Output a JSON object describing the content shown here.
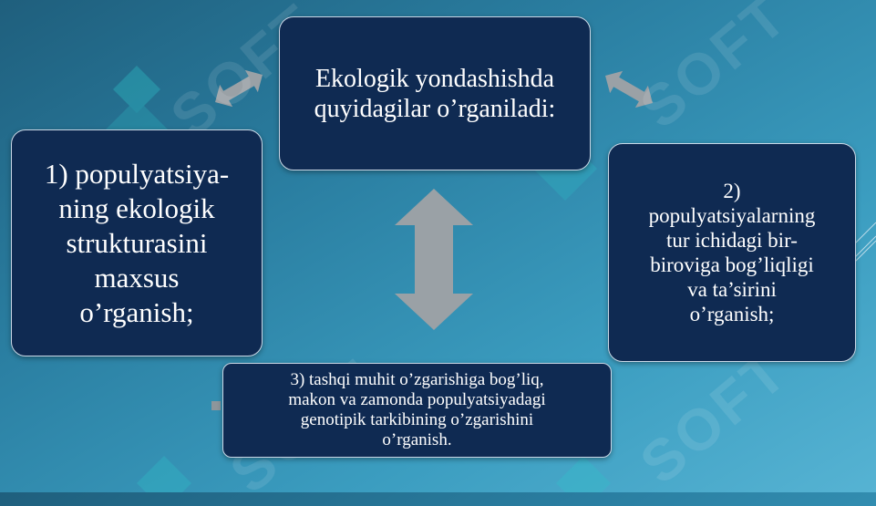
{
  "diagram": {
    "center": {
      "lines": [
        "Ekologik yondashishda",
        "quyidagilar o’rganiladi:"
      ]
    },
    "item1": {
      "lines": [
        "1) populyatsiya-",
        "ning ekologik",
        "strukturasini",
        "maxsus",
        "o’rganish;"
      ]
    },
    "item2": {
      "lines": [
        "2)",
        "populyatsiyalarning",
        "tur ichidagi bir-",
        "biroviga bog’liqligi",
        "va ta’sirini",
        "o’rganish;"
      ]
    },
    "item3": {
      "lines": [
        "3) tashqi muhit o’zgarishiga bog’liq,",
        "makon va zamonda populyatsiyadagi",
        "genotipik tarkibining o’zgarishini",
        "o’rganish."
      ]
    }
  },
  "watermark": {
    "text": "SOFT"
  },
  "colors": {
    "box_fill": "#0f2a52",
    "box_border": "#c9d7e6",
    "arrow": "#9aa1a6",
    "background_start": "#1f5f7d",
    "background_end": "#56b3d3",
    "logo_teal": "#2ec4c9"
  }
}
